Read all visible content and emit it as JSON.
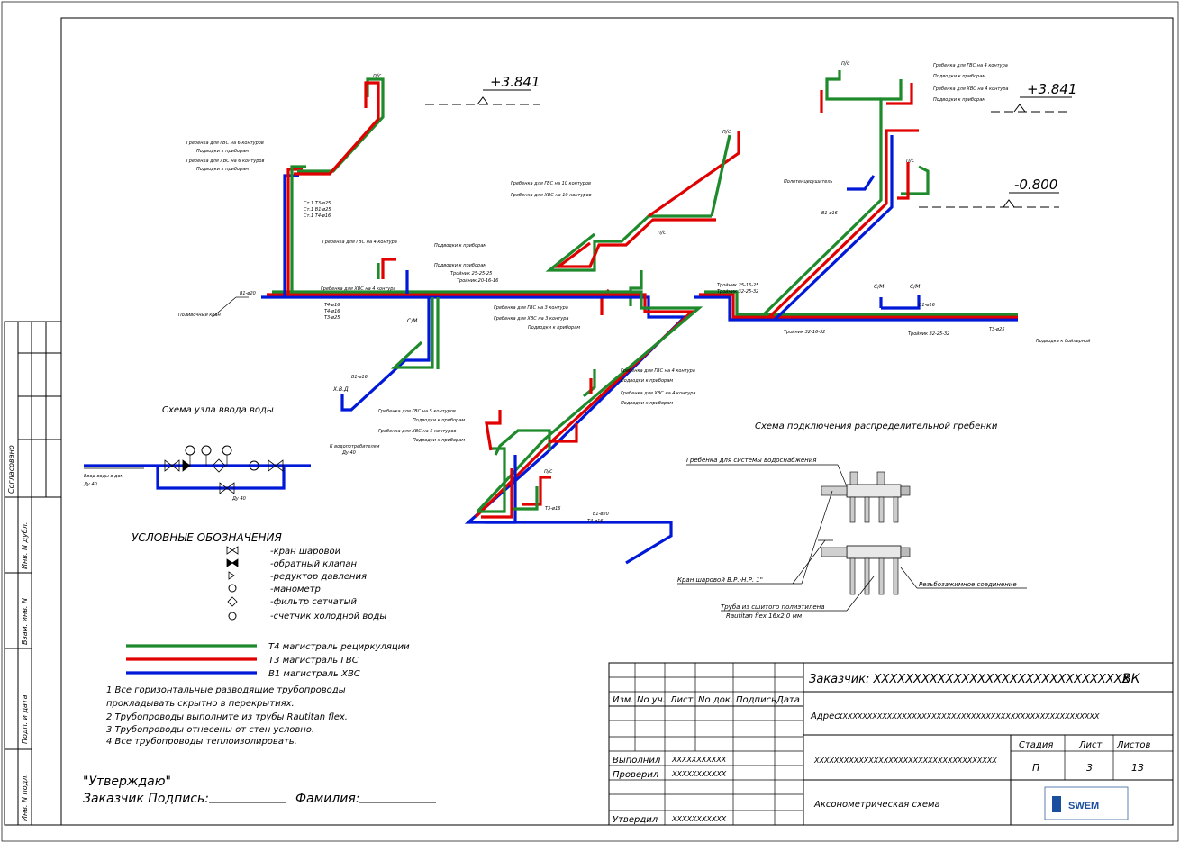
{
  "frame": {
    "side_labels": [
      "Согласовано",
      "Инв. N дубл.",
      "Взам. инв. N",
      "Подп. и дата",
      "Инв. N подл."
    ]
  },
  "elevations": [
    "+3.841",
    "+3.841",
    "-0.800"
  ],
  "diagram_titles": {
    "node": "Схема узла ввода воды",
    "manifold": "Схема подключения распределительной гребенки"
  },
  "labels": {
    "manifold_dhw6": "Гребенка для ГВС на 6 контуров",
    "to_fixtures": "Подводки к приборам",
    "manifold_cw6": "Гребенка для ХВС на 6 контуров",
    "manifold_dhw10": "Гребенка для ГВС на 10 контуров",
    "manifold_cw10": "Гребенка для ХВС на 10 контуров",
    "manifold_dhw4": "Гребенка для ГВС на 4 контура",
    "manifold_cw4": "Гребенка для ХВС на 4 контура",
    "manifold_dhw3": "Гребенка для ГВС на 3 контура",
    "manifold_cw3": "Гребенка для ХВС на 3 контура",
    "manifold_dhw5": "Гребенка для ГВС на 5 контуров",
    "manifold_cw5": "Гребенка для ХВС на 5 контуров",
    "watering_tap": "Поливочный кран",
    "to_boiler": "Подводка к бойлерной",
    "washbasin": "Полотенцесушитель",
    "cold_water": "Х.В.Д.",
    "pp": "п/с",
    "cm": "С/М",
    "risers1": [
      "Ст.1 Т3-ø25",
      "Ст.1 В1-ø25",
      "Ст.1 Т4-ø16"
    ],
    "tees": [
      "Тройник 25-25-25",
      "Тройник 20-16-16",
      "Тройник 25-16-25",
      "Тройник 32-25-32",
      "Тройник 32-25-32",
      "Тройник 32-16-32"
    ],
    "pipes": [
      "В1-ø20",
      "Т4-ø16",
      "Т4-ø16",
      "Т3-ø25",
      "В1-ø16",
      "Т3-ø16",
      "Т4-ø16",
      "В1-ø16",
      "В1-ø16",
      "Т3-ø25",
      "В1-ø20"
    ],
    "inlet": "Ввод воды в дом",
    "inlet_dia": "Ду 40",
    "to_consumers": "К водопотребителям",
    "dy40": "Ду 40",
    "manifold_system": "Гребенка для системы водоснабжения",
    "ball_valve": "Кран шаровой В.Р.-Н.Р. 1\"",
    "pipe_note_1": "Труба из сшитого полиэтилена",
    "pipe_note_2": "Rautitan flex 16х2,0 мм",
    "thread_conn": "Резьбозажимное соединение"
  },
  "legend": {
    "title": "УСЛОВНЫЕ ОБОЗНАЧЕНИЯ",
    "symbols": [
      "-кран шаровой",
      "-обратный клапан",
      "-редуктор давления",
      "-манометр",
      "-фильтр сетчатый",
      "-счетчик холодной воды"
    ],
    "lines": [
      {
        "label": "Т4 магистраль рециркуляции",
        "color": "#1f8a2c"
      },
      {
        "label": "Т3 магистраль ГВС",
        "color": "#e00000"
      },
      {
        "label": "В1 магистраль ХВС",
        "color": "#0018d8"
      }
    ]
  },
  "notes": [
    "1  Все горизонтальные разводящие трубопроводы",
    "    прокладывать скрытно в перекрытиях.",
    "2  Трубопроводы выполните из трубы Rautitan flex.",
    "3  Трубопроводы отнесены от стен условно.",
    "4  Все трубопроводы теплоизолировать."
  ],
  "approval": {
    "approve": "\"Утверждаю\"",
    "customer_sign": "Заказчик  Подпись:",
    "surname": "Фамилия:"
  },
  "title_block": {
    "customer": "Заказчик: XXXXXXXXXXXXXXXXXXXXXXXXXXXXXXXX",
    "code": "ВК",
    "address_label": "Адрес:",
    "address": "XXXXXXXXXXXXXXXXXXXXXXXXXXXXXXXXXXXXXXXXXXXXXXXXXXXXX",
    "project": "XXXXXXXXXXXXXXXXXXXXXXXXXXXXXXXXXXXXX",
    "stage_h": "Стадия",
    "sheet_h": "Лист",
    "sheets_h": "Листов",
    "stage": "П",
    "sheet": "3",
    "sheets": "13",
    "sheet_title": "Аксонометрическая схема",
    "cols": [
      "Изм.",
      "No уч.",
      "Лист",
      "No док.",
      "Подпись",
      "Дата"
    ],
    "roles": [
      {
        "role": "Выполнил",
        "name": "XXXXXXXXXXX"
      },
      {
        "role": "Проверил",
        "name": "XXXXXXXXXXX"
      },
      {
        "role": "Утвердил",
        "name": "XXXXXXXXXXX"
      }
    ],
    "logo": "SWEM"
  }
}
